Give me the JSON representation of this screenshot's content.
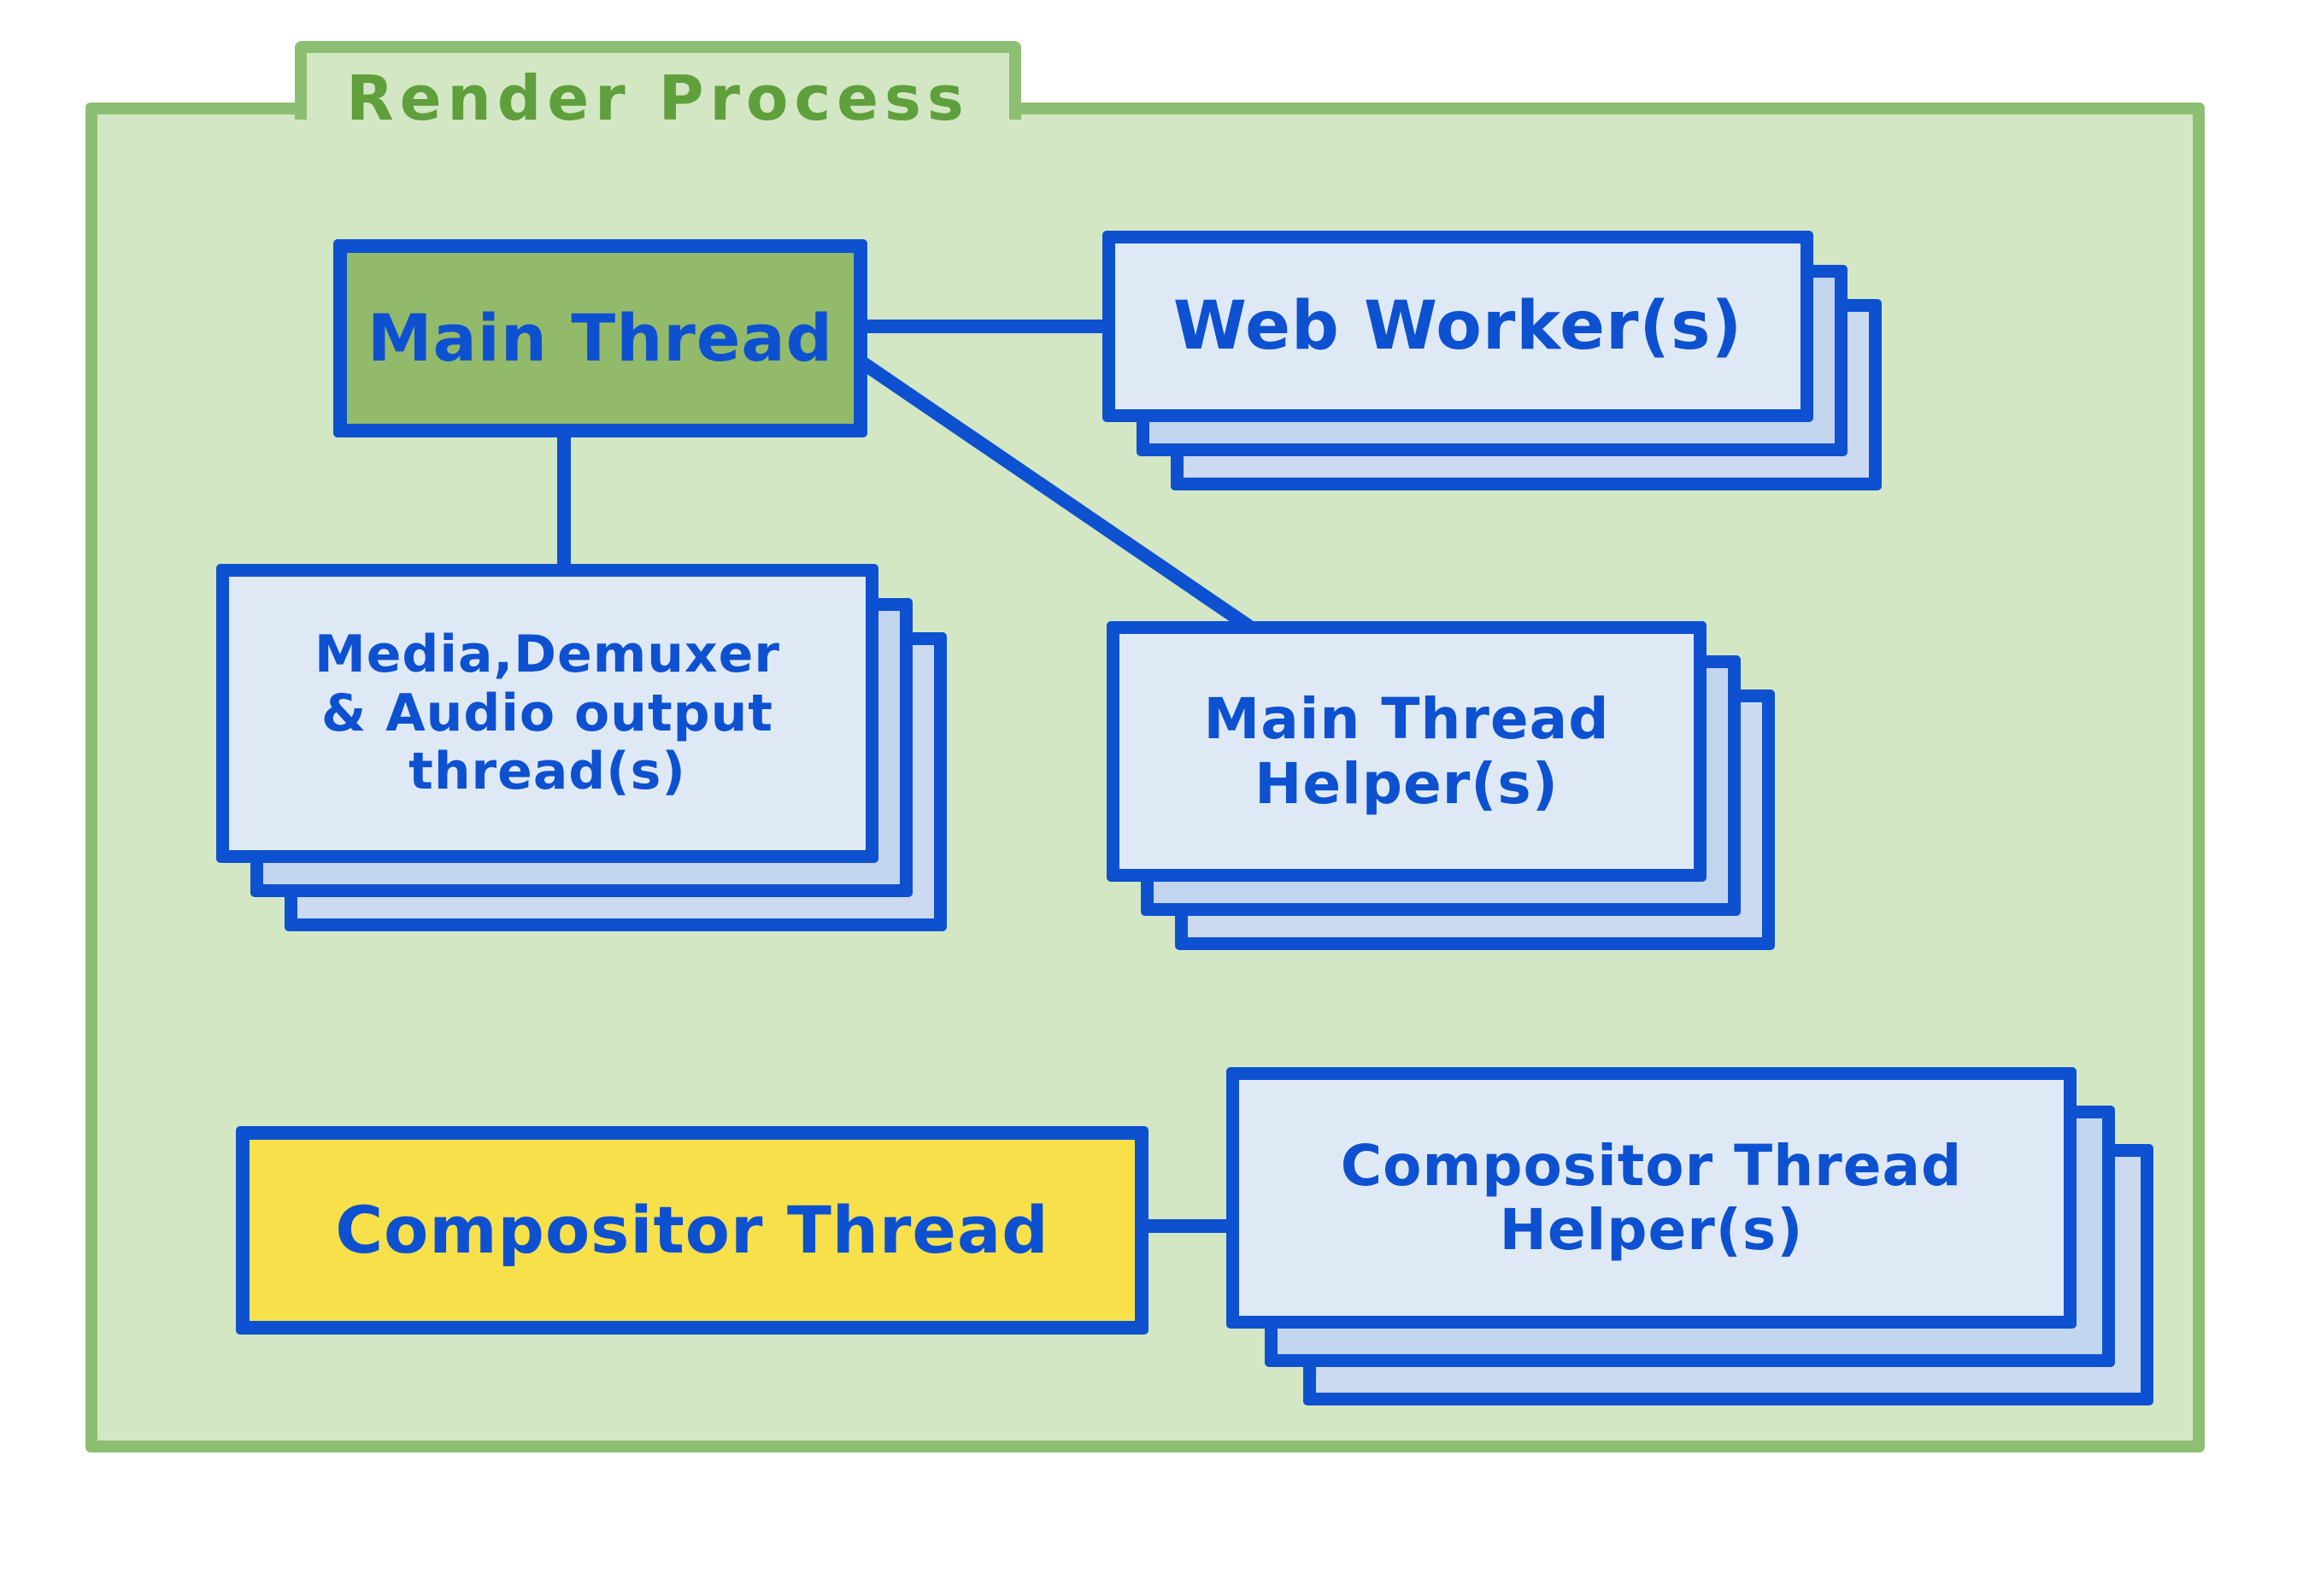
{
  "diagram": {
    "title": "Render Process",
    "boxes": {
      "main_thread": {
        "label": "Main Thread"
      },
      "web_workers": {
        "label": "Web Worker(s)"
      },
      "media_demuxer_audio": {
        "lines": [
          "Media,Demuxer",
          "& Audio output",
          "thread(s)"
        ]
      },
      "main_thread_helpers": {
        "lines": [
          "Main Thread",
          "Helper(s)"
        ]
      },
      "compositor_thread": {
        "label": "Compositor Thread"
      },
      "compositor_thread_helpers": {
        "lines": [
          "Compositor Thread",
          "Helper(s)"
        ]
      }
    },
    "connections": [
      {
        "from": "main-thread",
        "to": "web-workers"
      },
      {
        "from": "main-thread",
        "to": "media-demuxer-audio-threads"
      },
      {
        "from": "main-thread",
        "to": "main-thread-helpers"
      },
      {
        "from": "compositor-thread",
        "to": "compositor-thread-helpers"
      }
    ],
    "colors": {
      "blue": "#0d51d0",
      "panel_bg": "#d3e7c4",
      "panel_border": "#8dbf72",
      "title_green": "#5f9f3c",
      "green_box": "#93ba6a",
      "yellow_box": "#f8e04b",
      "card_front": "#dfe9f6",
      "card_back1": "#c2d5ef",
      "card_back2": "#cbd9f1",
      "canvas": "#ffffff"
    }
  }
}
